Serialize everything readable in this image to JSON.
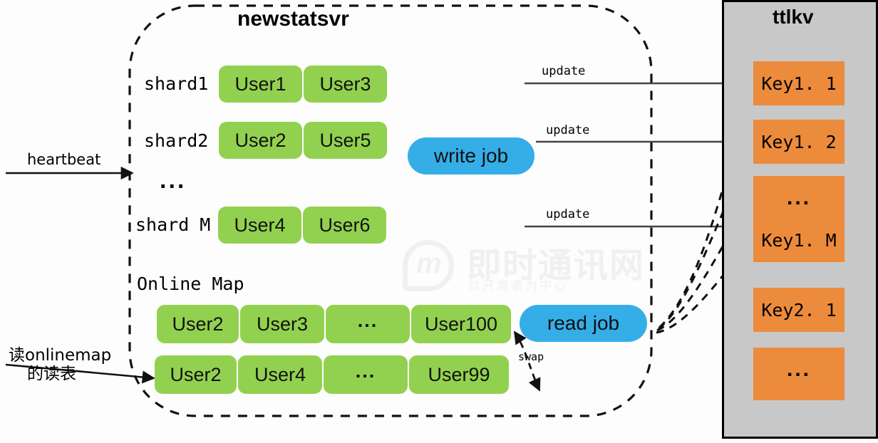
{
  "diagram": {
    "containers": {
      "server": {
        "title": "newstatsvr"
      },
      "store": {
        "title": "ttlkv"
      }
    },
    "shards": {
      "rows": [
        {
          "label": "shard1",
          "cells": [
            "User1",
            "User3"
          ]
        },
        {
          "label": "shard2",
          "cells": [
            "User2",
            "User5"
          ]
        },
        {
          "label": "shard M",
          "cells": [
            "User4",
            "User6"
          ]
        }
      ],
      "ellipsis": "..."
    },
    "online_map": {
      "label": "Online Map",
      "rows": [
        {
          "cells": [
            "User2",
            "User3",
            "...",
            "User100"
          ]
        },
        {
          "cells": [
            "User2",
            "User4",
            "...",
            "User99"
          ]
        }
      ]
    },
    "jobs": {
      "write": "write job",
      "read": "read job"
    },
    "kv_boxes": [
      "Key1. 1",
      "Key1. 2",
      "...",
      "Key1. M",
      "Key2. 1",
      "..."
    ],
    "edges": {
      "update_1": "update",
      "update_2": "update",
      "update_3": "update",
      "swap": "swap",
      "heartbeat": "heartbeat",
      "read_onlinemap_line1": "读onlinemap",
      "read_onlinemap_line2": "的读表"
    },
    "watermark": {
      "text": "即时通讯网",
      "subtext": "以开发者为中心"
    },
    "colors": {
      "green": "#92D14F",
      "orange": "#ED8B3C",
      "blue": "#35AEE8",
      "panel_gray": "#C8C8C8",
      "line": "#000000"
    }
  }
}
